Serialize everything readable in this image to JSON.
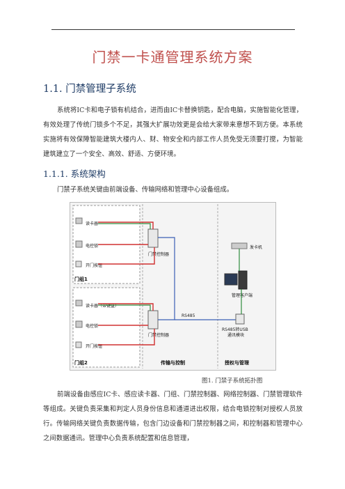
{
  "doc": {
    "title": "门禁一卡通管理系统方案",
    "h1": "1.1. 门禁管理子系统",
    "para1": "系统将IC卡和电子锁有机结合，进而由IC卡替换钥匙，配合电脑，实施智能化管理，有效处理了传统门锁多个不足，其强大扩展功效更是会给大家带来意想不到方便。本系统实施将有效保障智能建筑大楼内人、财、物安全和内部工作人员免受无须要打搅，为智能建筑建立了一个安全、高效、舒适、方便环境。",
    "h2": "1.1.1. 系统架构",
    "para2": "门禁子系统关键由前端设备、传输网络和管理中心设备组成。",
    "caption": "图1. 门禁子系统拓扑图",
    "para3": "前端设备由感应IC卡、感应读卡器、门组、门禁控制器、网络控制器、门禁管理软件等组成。关键负责采集和判定人员身份信息和通道进出权限，结合电锁控制对授权人员放行。传输网络关键负责数据传输，包含门边设备和门禁控制器之间，和控制器和管理中心之间数据通讯。管理中心负责系统配置和信息管理，"
  },
  "figure": {
    "reader": "读卡器",
    "lock": "电控锁",
    "button": "开门按钮",
    "group1": "门组1",
    "controller": "门禁控制器",
    "reader_kb": "读卡器（带键盘）",
    "lock2": "电控锁",
    "button2": "开门按钮",
    "group2": "门组2",
    "controller2": "门禁控制器",
    "rs485": "RS485",
    "card_issuer": "发卡机",
    "client": "管理客户端",
    "converter_line1": "RS485转USB",
    "converter_line2": "通讯模块",
    "zone_transmission": "传输与控制",
    "zone_management": "授权与管理",
    "colors": {
      "red": "#d03030",
      "blue": "#3a5fb5",
      "green": "#2e8b3c"
    }
  }
}
